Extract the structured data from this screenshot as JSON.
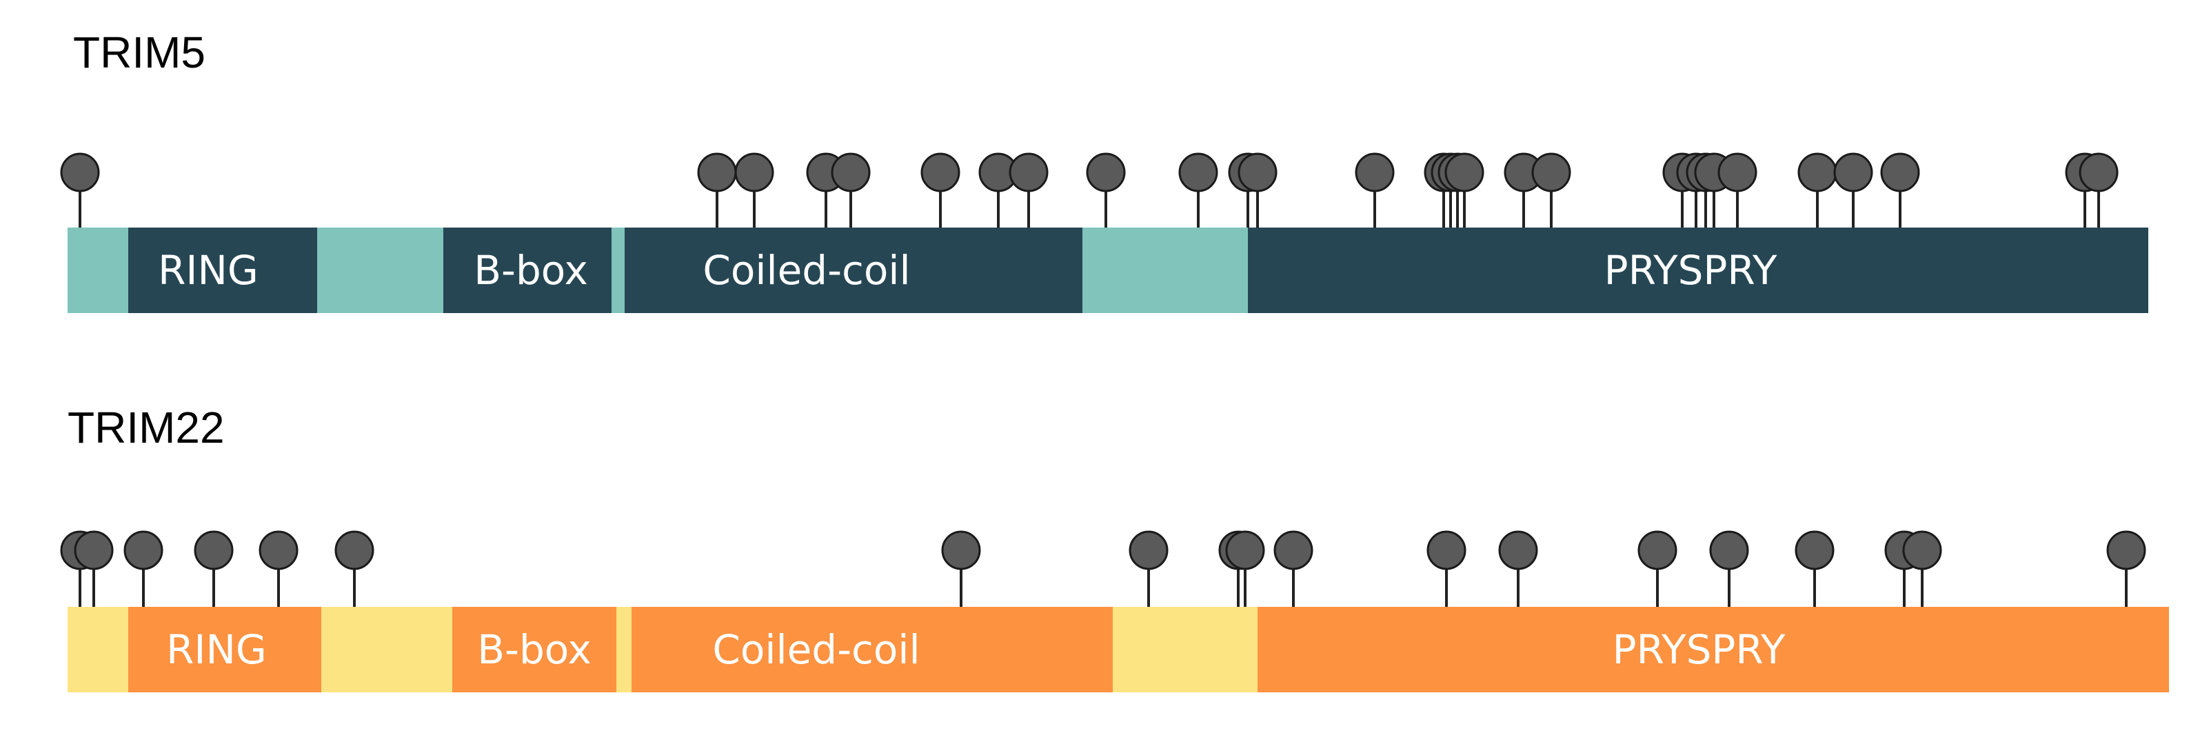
{
  "proteins": [
    {
      "name": "TRIM5",
      "linker_color": "#80c4bb",
      "domain_color": "#264653",
      "domains": [
        {
          "label": "RING"
        },
        {
          "label": "B-box"
        },
        {
          "label": "Coiled-coil"
        },
        {
          "label": "PRYSPRY"
        }
      ]
    },
    {
      "name": "TRIM22",
      "linker_color": "#fde482",
      "domain_color": "#fd9241",
      "domains": [
        {
          "label": "RING"
        },
        {
          "label": "B-box"
        },
        {
          "label": "Coiled-coil"
        },
        {
          "label": "PRYSPRY"
        }
      ]
    }
  ],
  "colors": {
    "lollipop_head": "#5a5a5a",
    "lollipop_stem": "#222222"
  }
}
